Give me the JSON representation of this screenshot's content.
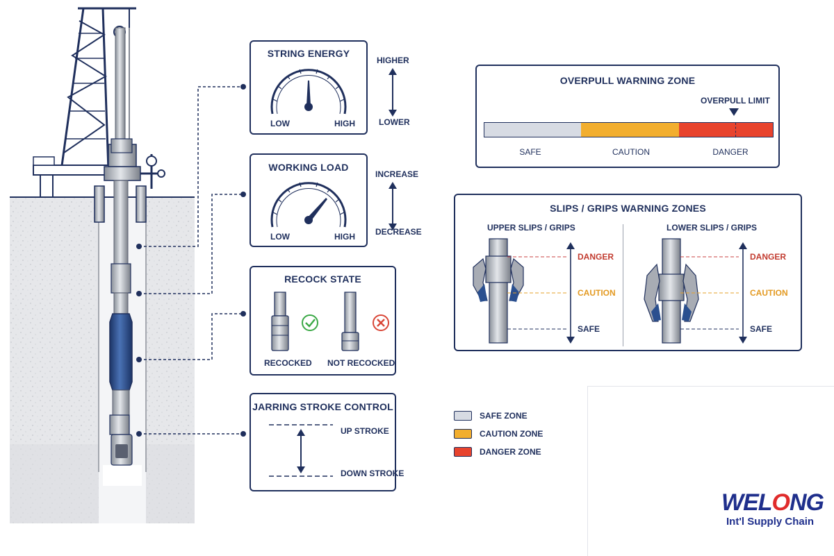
{
  "string_energy": {
    "title": "STRING ENERGY",
    "low": "LOW",
    "high": "HIGH",
    "up_label": "HIGHER",
    "down_label": "LOWER"
  },
  "working_load": {
    "title": "WORKING LOAD",
    "low": "LOW",
    "high": "HIGH",
    "up_label": "INCREASE",
    "down_label": "DECREASE"
  },
  "recock_state": {
    "title": "RECOCK STATE",
    "recocked": "RECOCKED",
    "not_recocked": "NOT RECOCKED"
  },
  "jarring_stroke": {
    "title": "JARRING STROKE CONTROL",
    "up": "UP STROKE",
    "down": "DOWN STROKE"
  },
  "overpull": {
    "title": "OVERPULL WARNING ZONE",
    "limit_label": "OVERPULL LIMIT",
    "zones": [
      "SAFE",
      "CAUTION",
      "DANGER"
    ]
  },
  "slips": {
    "title": "SLIPS / GRIPS WARNING ZONES",
    "upper": {
      "title": "UPPER SLIPS / GRIPS",
      "danger": "DANGER",
      "caution": "CAUTION",
      "safe": "SAFE"
    },
    "lower": {
      "title": "LOWER SLIPS / GRIPS",
      "danger": "DANGER",
      "caution": "CAUTION",
      "safe": "SAFE"
    }
  },
  "legend": [
    "SAFE ZONE",
    "CAUTION ZONE",
    "DANGER ZONE"
  ],
  "logo": {
    "word_part1": "WEL",
    "word_part2": "O",
    "word_part3": "NG",
    "tagline": "Int'l Supply Chain"
  },
  "colors": {
    "navy": "#1f2f5c",
    "safe": "#d7dbe3",
    "caution": "#f2ae2e",
    "danger": "#e8432d",
    "tool_blue": "#2a4f8f",
    "ok_green": "#3aa845",
    "bad_red": "#d94536"
  }
}
